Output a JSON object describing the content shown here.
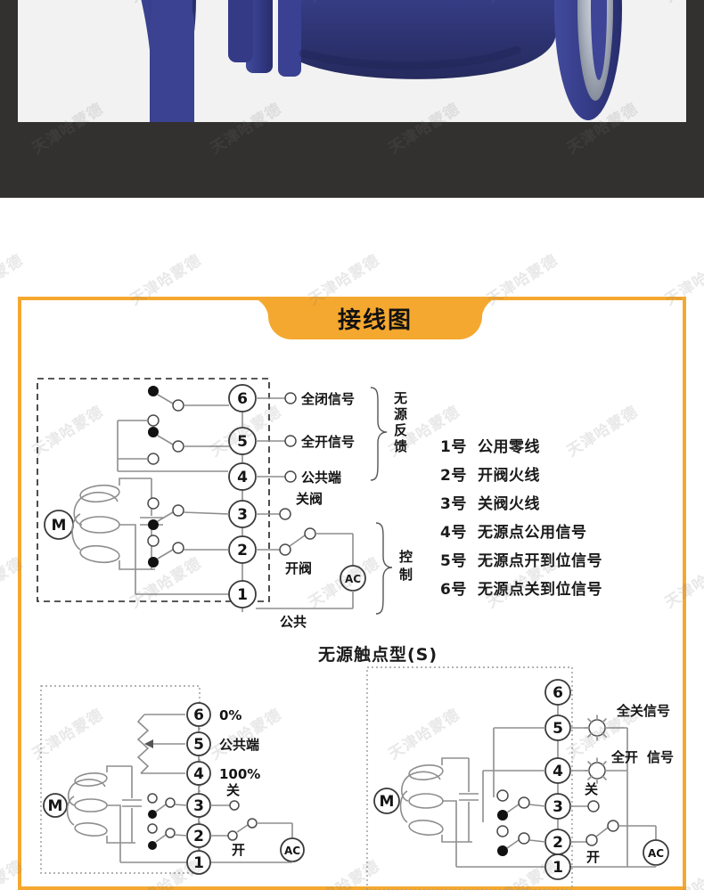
{
  "watermark": {
    "text": "天津哈蒙德"
  },
  "hero": {
    "alt": "blue-cast-iron-valve-photo",
    "body_color": "#3a3f8f",
    "bg_color": "#f2f2f2",
    "band_color": "#333030"
  },
  "panel": {
    "title": "接线图",
    "accent_color": "#f5a82f"
  },
  "main_diagram": {
    "caption": "无源触点型(S)",
    "motor_label": "M",
    "ac_label": "AC",
    "terminals": [
      "1",
      "2",
      "3",
      "4",
      "5",
      "6"
    ],
    "right_labels": {
      "t6": "全闭信号",
      "t5": "全开信号",
      "t4": "公共端",
      "t3": "关阀",
      "t2": "开阀",
      "t1": "公共"
    },
    "bracket_feedback": "无源反馈",
    "bracket_control": "控制",
    "legend": [
      {
        "num": "1号",
        "desc": "公用零线"
      },
      {
        "num": "2号",
        "desc": "开阀火线"
      },
      {
        "num": "3号",
        "desc": "关阀火线"
      },
      {
        "num": "4号",
        "desc": "无源点公用信号"
      },
      {
        "num": "5号",
        "desc": "无源点开到位信号"
      },
      {
        "num": "6号",
        "desc": "无源点关到位信号"
      }
    ]
  },
  "bottom_left_diagram": {
    "motor_label": "M",
    "ac_label": "AC",
    "terminals": [
      "1",
      "2",
      "3",
      "4",
      "5",
      "6"
    ],
    "labels": {
      "t6": "0%",
      "t5": "公共端",
      "t4": "100%",
      "t3": "关",
      "t2": "开"
    }
  },
  "bottom_right_diagram": {
    "motor_label": "M",
    "ac_label": "AC",
    "terminals": [
      "1",
      "2",
      "3",
      "4",
      "5",
      "6"
    ],
    "labels": {
      "t5": "全关信号",
      "t4a": "全开",
      "t4b": "信号",
      "t3": "关",
      "t2": "开"
    }
  }
}
